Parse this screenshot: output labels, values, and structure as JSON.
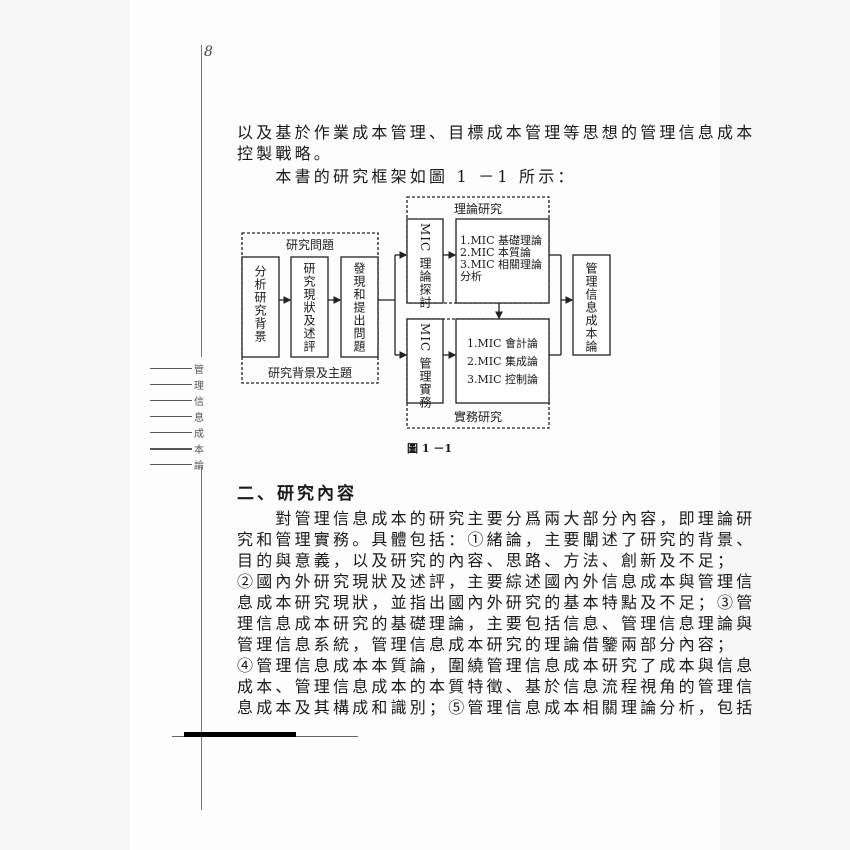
{
  "page_number": "8",
  "side_tab": [
    "管",
    "理",
    "信",
    "息",
    "成",
    "本",
    "論"
  ],
  "intro_lines": [
    "以及基於作業成本管理、目標成本管理等思想的管理信息成本",
    "控製戰略。",
    "　　本書的研究框架如圖 1 －1 所示："
  ],
  "figure": {
    "caption": "圖 1 －1",
    "group_problem": {
      "top_label": "研究問題",
      "bottom_label": "研究背景及主題",
      "boxes": [
        "分析研究背景",
        "研究現狀及述評",
        "發現和提出問題"
      ]
    },
    "group_theory": {
      "label": "理論研究",
      "box": "MIC 理論探討",
      "items": [
        "1.MIC 基礎理論",
        "2.MIC 本質論",
        "3.MIC 相關理論",
        "分析"
      ]
    },
    "group_practice": {
      "label": "實務研究",
      "box": "MIC 管理實務",
      "items": [
        "1.MIC 會計論",
        "2.MIC 集成論",
        "3.MIC 控制論"
      ]
    },
    "result_box": "管理信息成本論"
  },
  "section_heading": "二、研究內容",
  "body_lines": [
    "　　對管理信息成本的研究主要分爲兩大部分內容，即理論研",
    "究和管理實務。具體包括：①緒論，主要闡述了研究的背景、",
    "目的與意義，以及研究的內容、思路、方法、創新及不足；",
    "②國內外研究現狀及述評，主要綜述國內外信息成本與管理信",
    "息成本研究現狀，並指出國內外研究的基本特點及不足；③管",
    "理信息成本研究的基礎理論，主要包括信息、管理信息理論與",
    "管理信息系統，管理信息成本研究的理論借鑒兩部分內容；",
    "④管理信息成本本質論，圍繞管理信息成本研究了成本與信息",
    "成本、管理信息成本的本質特徵、基於信息流程視角的管理信",
    "息成本及其構成和識別；⑤管理信息成本相關理論分析，包括"
  ]
}
